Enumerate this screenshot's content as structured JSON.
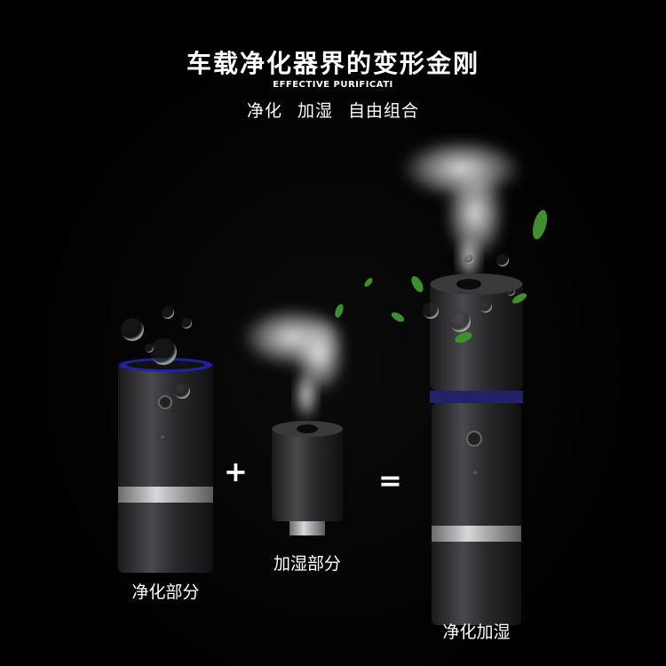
{
  "header": {
    "title": "车载净化器界的变形金刚",
    "subtitle_en": "EFFECTIVE PURIFICATI",
    "tagline": "净化 加湿 自由组合"
  },
  "products": {
    "purifier_caption": "净化部分",
    "humidifier_caption": "加湿部分",
    "combined_caption": "净化加湿"
  },
  "operators": {
    "plus": "+",
    "equals": "="
  },
  "colors": {
    "background": "#000000",
    "body_metal": "#2b2b2d",
    "accent_ring": "#3a3aff",
    "text": "#ffffff",
    "leaf": "#3e8f2e"
  },
  "icons": {
    "bubbles": "bubble-icon",
    "leaves": "leaf-icon",
    "mist": "mist-icon",
    "power_button": "power-button-icon"
  }
}
